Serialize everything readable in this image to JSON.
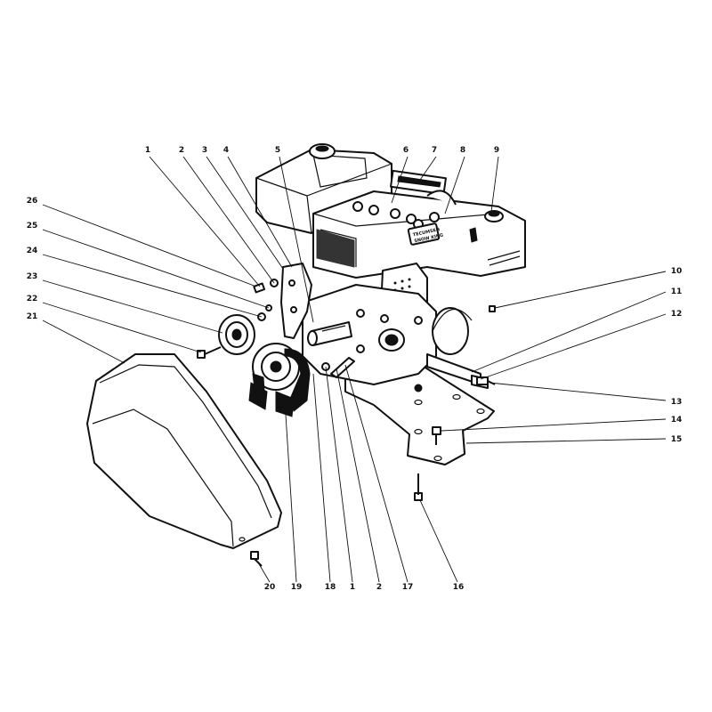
{
  "diagram": {
    "name_plate_lines": [
      "TECUMSEH",
      "SNOW KING"
    ],
    "callouts": [
      {
        "id": "c1a",
        "label": "1"
      },
      {
        "id": "c2a",
        "label": "2"
      },
      {
        "id": "c3",
        "label": "3"
      },
      {
        "id": "c4",
        "label": "4"
      },
      {
        "id": "c5",
        "label": "5"
      },
      {
        "id": "c6",
        "label": "6"
      },
      {
        "id": "c7",
        "label": "7"
      },
      {
        "id": "c8",
        "label": "8"
      },
      {
        "id": "c9",
        "label": "9"
      },
      {
        "id": "c10",
        "label": "10"
      },
      {
        "id": "c11",
        "label": "11"
      },
      {
        "id": "c12",
        "label": "12"
      },
      {
        "id": "c13",
        "label": "13"
      },
      {
        "id": "c14",
        "label": "14"
      },
      {
        "id": "c15",
        "label": "15"
      },
      {
        "id": "c16",
        "label": "16"
      },
      {
        "id": "c17",
        "label": "17"
      },
      {
        "id": "c2b",
        "label": "2"
      },
      {
        "id": "c1b",
        "label": "1"
      },
      {
        "id": "c18",
        "label": "18"
      },
      {
        "id": "c19",
        "label": "19"
      },
      {
        "id": "c20",
        "label": "20"
      },
      {
        "id": "c21",
        "label": "21"
      },
      {
        "id": "c22",
        "label": "22"
      },
      {
        "id": "c23",
        "label": "23"
      },
      {
        "id": "c24",
        "label": "24"
      },
      {
        "id": "c25",
        "label": "25"
      },
      {
        "id": "c26",
        "label": "26"
      }
    ]
  }
}
